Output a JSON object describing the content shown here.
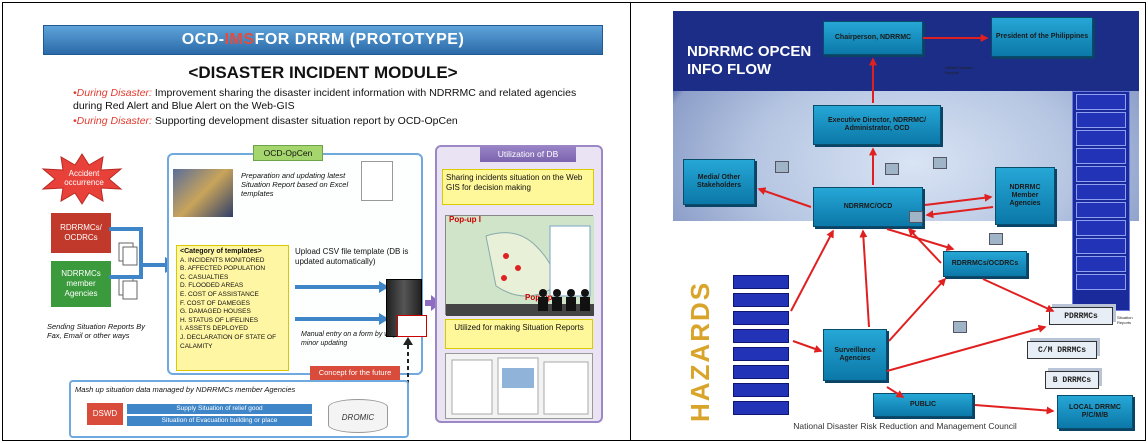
{
  "left_slide": {
    "title_prefix": "OCD-",
    "title_highlight": "IMS",
    "title_suffix": " FOR DRRM (PROTOTYPE)",
    "subtitle": "<DISASTER INCIDENT MODULE>",
    "bullet1_lead": "•During Disaster:",
    "bullet1_text": " Improvement sharing the disaster incident information with NDRRMC and related agencies during Red Alert and Blue Alert on the Web-GIS",
    "bullet2_lead": "•During Disaster:",
    "bullet2_text": " Supporting development disaster situation report by OCD-OpCen",
    "accident": "Accident occurrence",
    "rdrrmc": "RDRRMCs/ OCDRCs",
    "ndrrmc_members": "NDRRMCs member Agencies",
    "sending_note": "Sending Situation Reports By Fax, Email or other ways",
    "ocd_opcen": "OCD-OpCen",
    "prep_text": "Preparation and updating latest Situation Report based on Excel templates",
    "category_title": "<Category of templates>",
    "categories": [
      "A. INCIDENTS MONITORED",
      "B. AFFECTED POPULATION",
      "C. CASUALTIES",
      "D. FLOODED AREAS",
      "E. COST OF ASSISTANCE",
      "F. COST OF DAMEGES",
      "G. DAMAGED HOUSES",
      "H. STATUS OF LIFELINES",
      "I. ASSETS DEPLOYED",
      "J. DECLARATION OF STATE OF CALAMITY"
    ],
    "upload_text": "Upload CSV file template (DB is updated automatically)",
    "manual_text": "Manual entry on a form by way of minor updating",
    "utilization": "Utilization of DB",
    "sharing_text": "Sharing incidents situation on the Web GIS for decision making",
    "popup1": "Pop-up I",
    "popup2": "Pop-up",
    "utilized_text": "Utilized for making Situation Reports",
    "concept_label": "Concept for the future",
    "mash_text": "Mash up situation data managed by NDRRMCs member Agencies",
    "dswd": "DSWD",
    "supply_text": "Supply Situation of relief good",
    "evac_text": "Situation of Evacuation building or place",
    "dromic": "DROMIC",
    "colors": {
      "title_bar": "#2a6aa8",
      "ims": "#e64b3c",
      "bullet_red": "#e23b2f",
      "green": "#3a9a3c",
      "red": "#d94b3b"
    }
  },
  "right_slide": {
    "title": "NDRRMC OPCEN INFO FLOW",
    "chairperson": "Chairperson, NDRRMC",
    "president": "President of the Philippines",
    "official_reports": "Official Disaster Reports",
    "exec_director": "Executive Director, NDRRMC/ Administrator, OCD",
    "media": "Media/ Other Stakeholders",
    "ndrrmc_ocd": "NDRRMC/OCD",
    "ndrrmc_member": "NDRRMC Member Agencies",
    "rdrrmcs": "RDRRMCs/OCDRCs",
    "surveillance": "Surveillance Agencies",
    "public": "PUBLIC",
    "local": "LOCAL DRRMC P/C/M/B",
    "pdrrmcs": "PDRRMCs",
    "cm_drrmcs": "C/M DRRMCs",
    "b_drrmcs": "B DRRMCs",
    "situation_reports": "Situation Reports",
    "hazards": "HAZARDS",
    "footer": "National Disaster Risk Reduction and Management Council",
    "colors": {
      "bg": "#1b2d86",
      "node": "#1690c0",
      "title": "#ffffff",
      "arrow": "#e02020"
    }
  }
}
